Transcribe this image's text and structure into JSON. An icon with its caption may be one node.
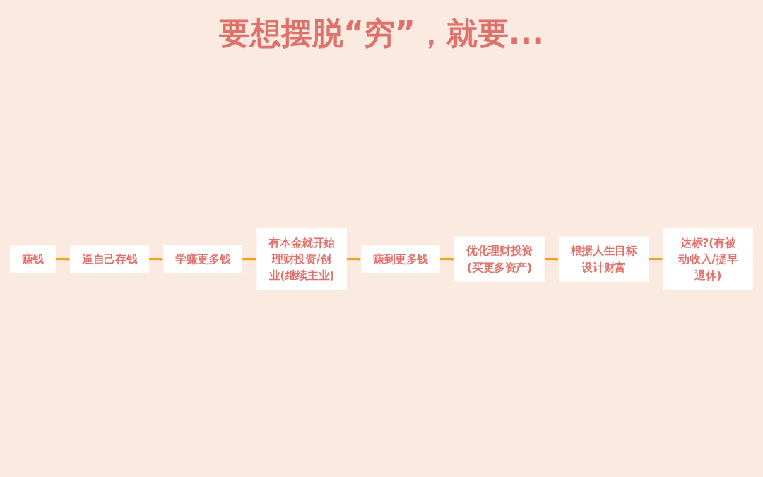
{
  "diagram": {
    "title": "要想摆脱“穷”，就要...",
    "nodes": [
      {
        "text": [
          "赚钱"
        ]
      },
      {
        "text": [
          "逼自己存钱"
        ]
      },
      {
        "text": [
          "学赚更多钱"
        ]
      },
      {
        "text": [
          "有本金就开始理财投资/创业(继续主业)"
        ]
      },
      {
        "text": [
          "赚到更多钱"
        ]
      },
      {
        "text": [
          "优化理财投资(买更多资产)"
        ]
      },
      {
        "text": [
          "根据人生目标设计财富"
        ]
      },
      {
        "text": [
          "达标?(有被动收入/提早退休)"
        ]
      }
    ],
    "edges": [
      {
        "from": 0,
        "to": 1,
        "arrow": "to"
      },
      {
        "from": 1,
        "to": 2,
        "arrow": "to"
      },
      {
        "from": 2,
        "to": 3,
        "arrow": "to"
      },
      {
        "from": 3,
        "to": 4,
        "arrow": "to"
      },
      {
        "from": 4,
        "to": 5,
        "arrow": "to"
      },
      {
        "from": 5,
        "to": 6,
        "arrow": "to"
      },
      {
        "from": 6,
        "to": 7,
        "arrow": "to"
      }
    ]
  }
}
